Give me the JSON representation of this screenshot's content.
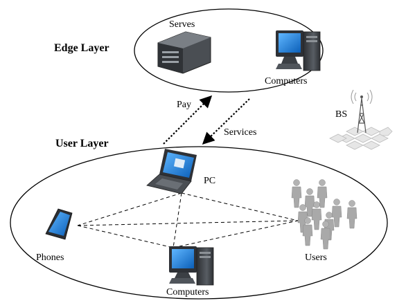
{
  "layers": {
    "edge": "Edge Layer",
    "user": "User Layer"
  },
  "edge_nodes": {
    "server": "Serves",
    "computer": "Computers"
  },
  "user_nodes": {
    "pc": "PC",
    "phones": "Phones",
    "computers": "Computers",
    "users": "Users"
  },
  "base_station": "BS",
  "links": {
    "pay": "Pay",
    "services": "Services"
  },
  "colors": {
    "screen_blue": "#1e7fd8",
    "device_dark": "#3b3f44",
    "person_gray": "#a9a9a9",
    "hex_gray": "#e6e6e6"
  }
}
